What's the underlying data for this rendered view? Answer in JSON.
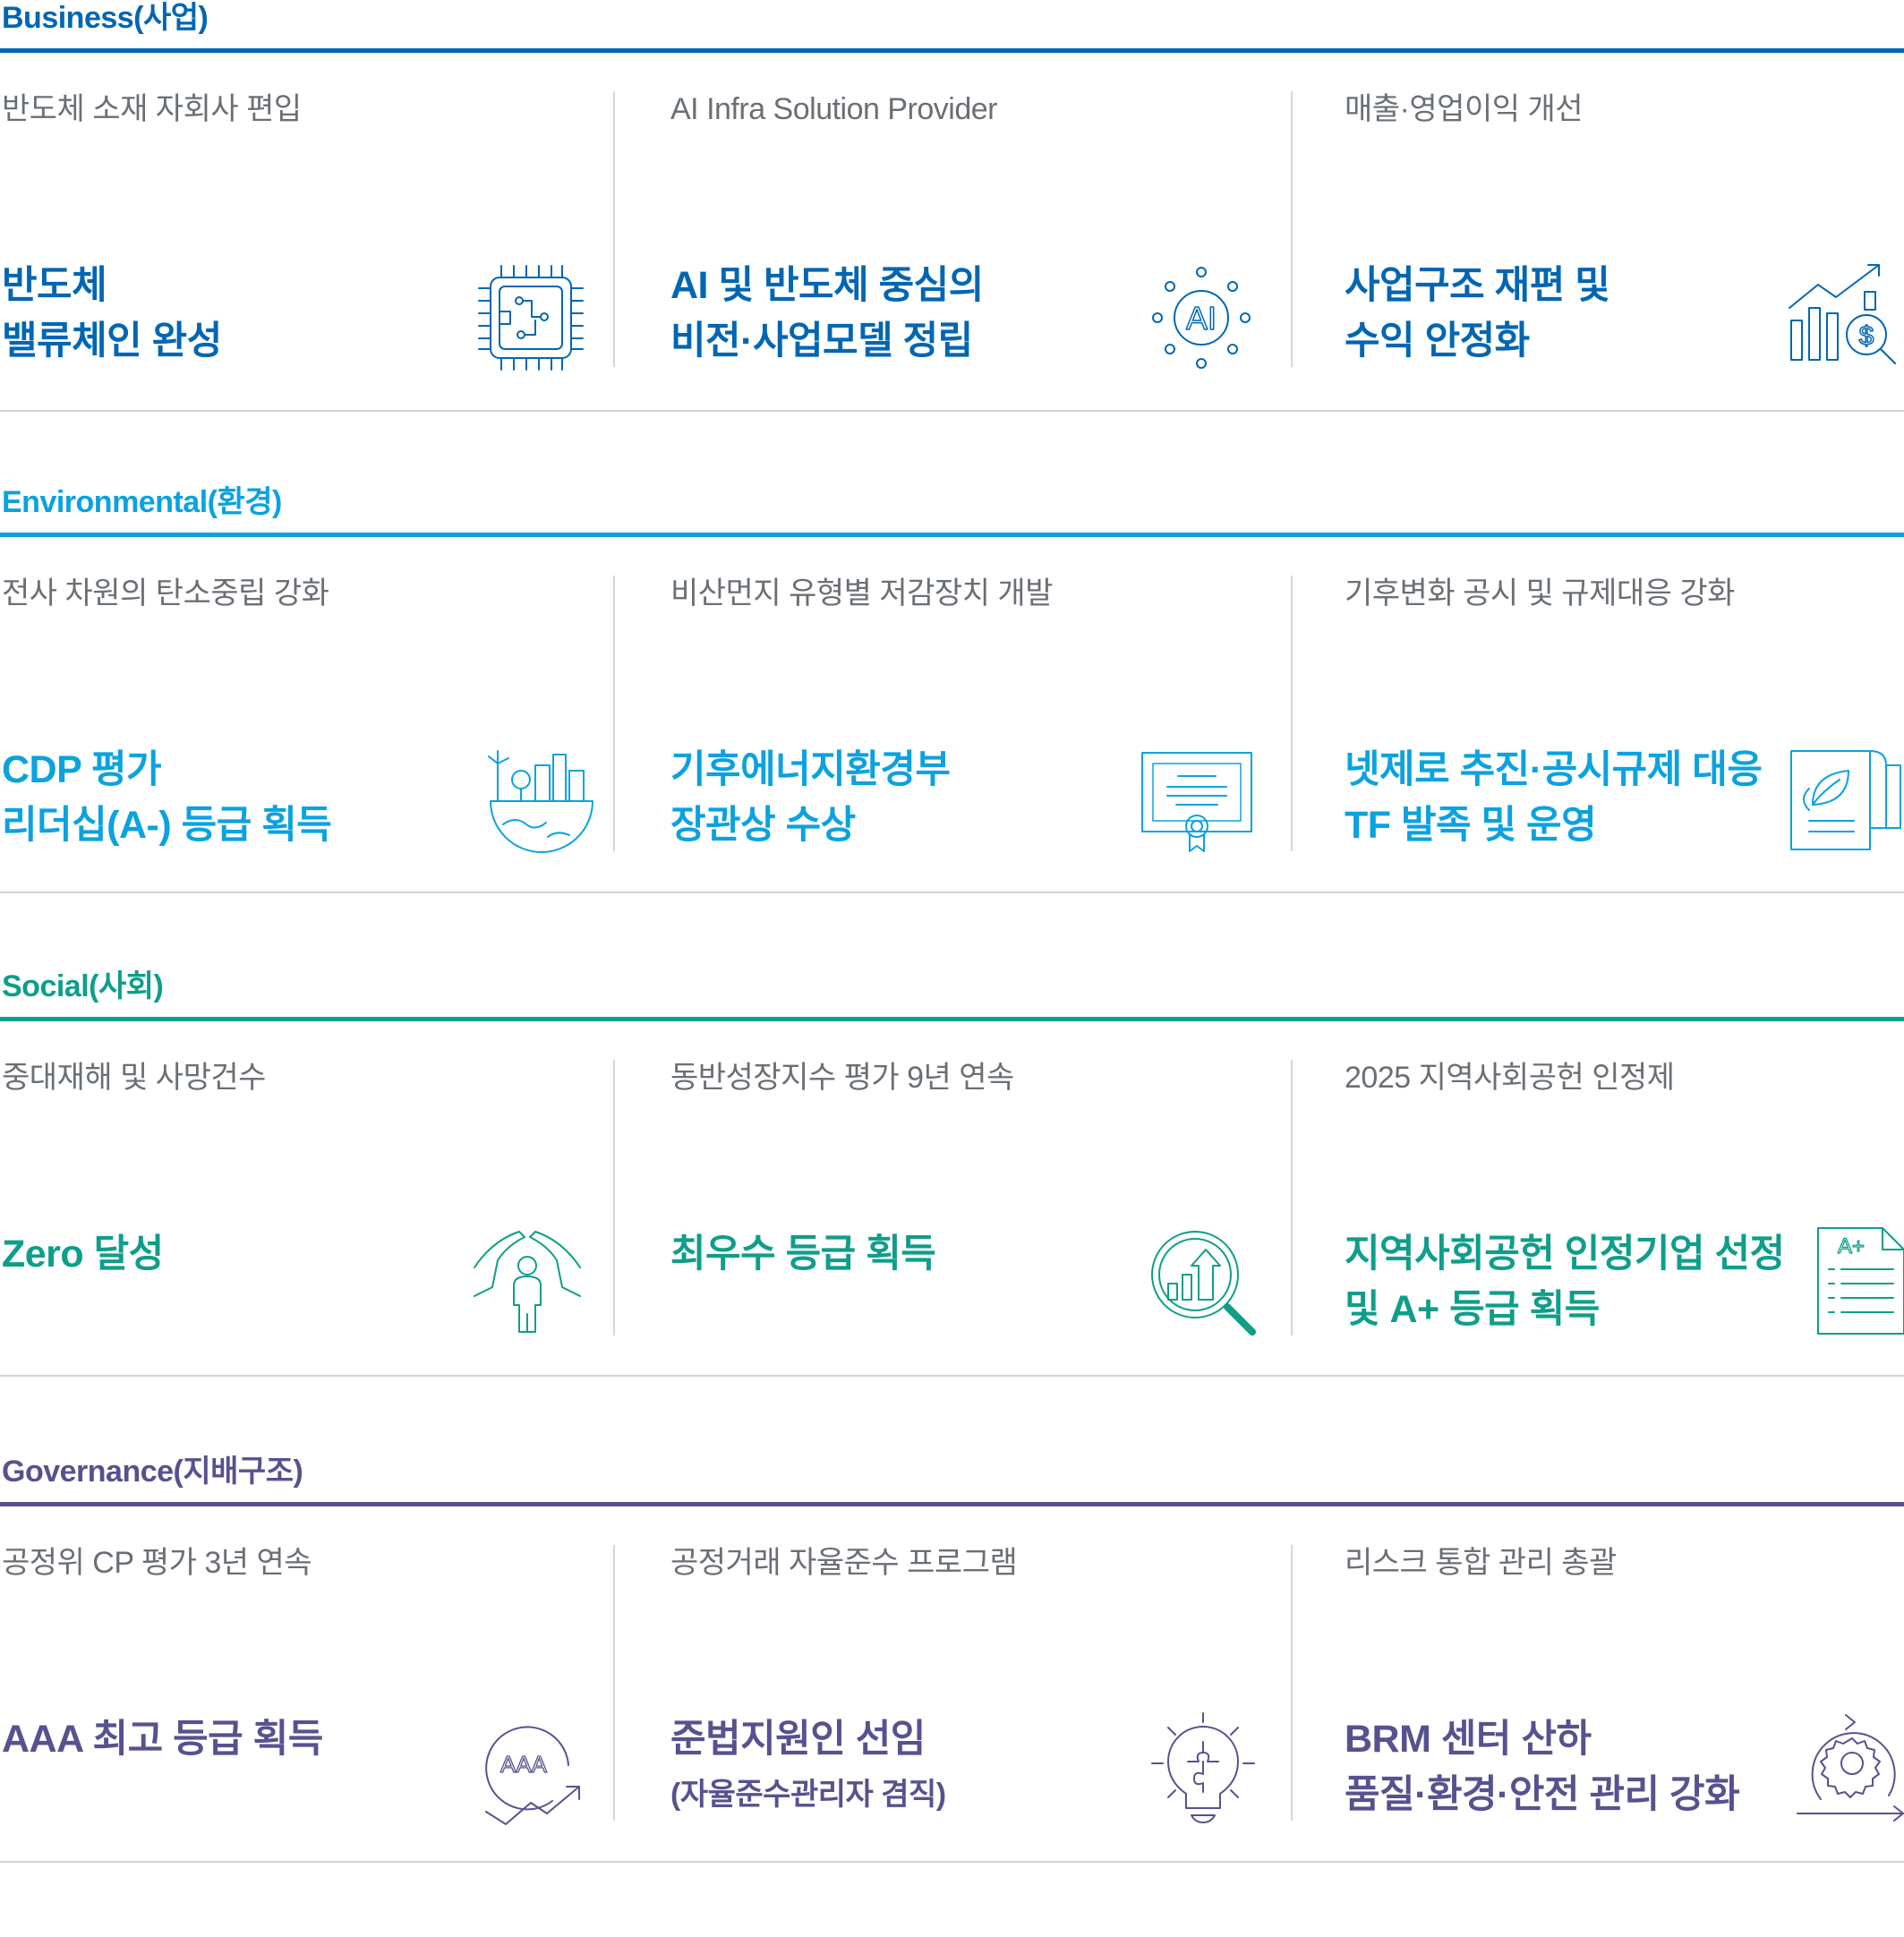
{
  "colors": {
    "business": "#0066b3",
    "environmental": "#0aa2e0",
    "social": "#0e9e8a",
    "governance": "#56528f",
    "subtext": "#6a6f75",
    "divider": "#d3d6da"
  },
  "sections": [
    {
      "title": "Business(사업)",
      "items": [
        {
          "sub": "반도체 소재 자회사 편입",
          "line1": "반도체",
          "line2": "밸류체인 완성",
          "icon": "chip-icon"
        },
        {
          "sub": "AI Infra Solution Provider",
          "line1": "AI 및 반도체 중심의",
          "line2": "비전·사업모델 정립",
          "icon": "ai-network-icon"
        },
        {
          "sub": "매출·영업이익 개선",
          "line1": "사업구조 재편 및",
          "line2": "수익 안정화",
          "icon": "growth-chart-icon"
        }
      ]
    },
    {
      "title": "Environmental(환경)",
      "items": [
        {
          "sub": "전사 차원의 탄소중립 강화",
          "line1": "CDP 평가",
          "line2": "리더십(A-) 등급 획득",
          "icon": "eco-city-icon"
        },
        {
          "sub": "비산먼지 유형별 저감장치 개발",
          "line1": "기후에너지환경부",
          "line2": "장관상 수상",
          "icon": "certificate-icon"
        },
        {
          "sub": "기후변화 공시 및 규제대응 강화",
          "line1": "넷제로 추진·공시규제 대응",
          "line2": "TF 발족 및 운영",
          "icon": "leaf-document-icon"
        }
      ]
    },
    {
      "title": "Social(사회)",
      "items": [
        {
          "sub": "중대재해 및 사망건수",
          "line1": "Zero 달성",
          "line2": "",
          "icon": "protected-person-icon"
        },
        {
          "sub": "동반성장지수 평가 9년 연속",
          "line1": "최우수 등급 획득",
          "line2": "",
          "icon": "magnifier-chart-icon"
        },
        {
          "sub": "2025 지역사회공헌 인정제",
          "line1": "지역사회공헌 인정기업 선정",
          "line2": "및 A+ 등급 획득",
          "icon": "grade-document-icon"
        }
      ]
    },
    {
      "title": "Governance(지배구조)",
      "items": [
        {
          "sub": "공정위 CP 평가 3년 연속",
          "line1": "AAA 최고 등급 획득",
          "line2": "",
          "icon": "aaa-rating-icon"
        },
        {
          "sub": "공정거래 자율준수 프로그램",
          "line1": "준법지원인 선임",
          "line2": "(자율준수관리자 겸직)",
          "icon": "puzzle-bulb-icon"
        },
        {
          "sub": "리스크 통합 관리 총괄",
          "line1": "BRM 센터 산하",
          "line2": "품질·환경·안전 관리 강화",
          "icon": "gear-cycle-icon"
        }
      ]
    }
  ]
}
